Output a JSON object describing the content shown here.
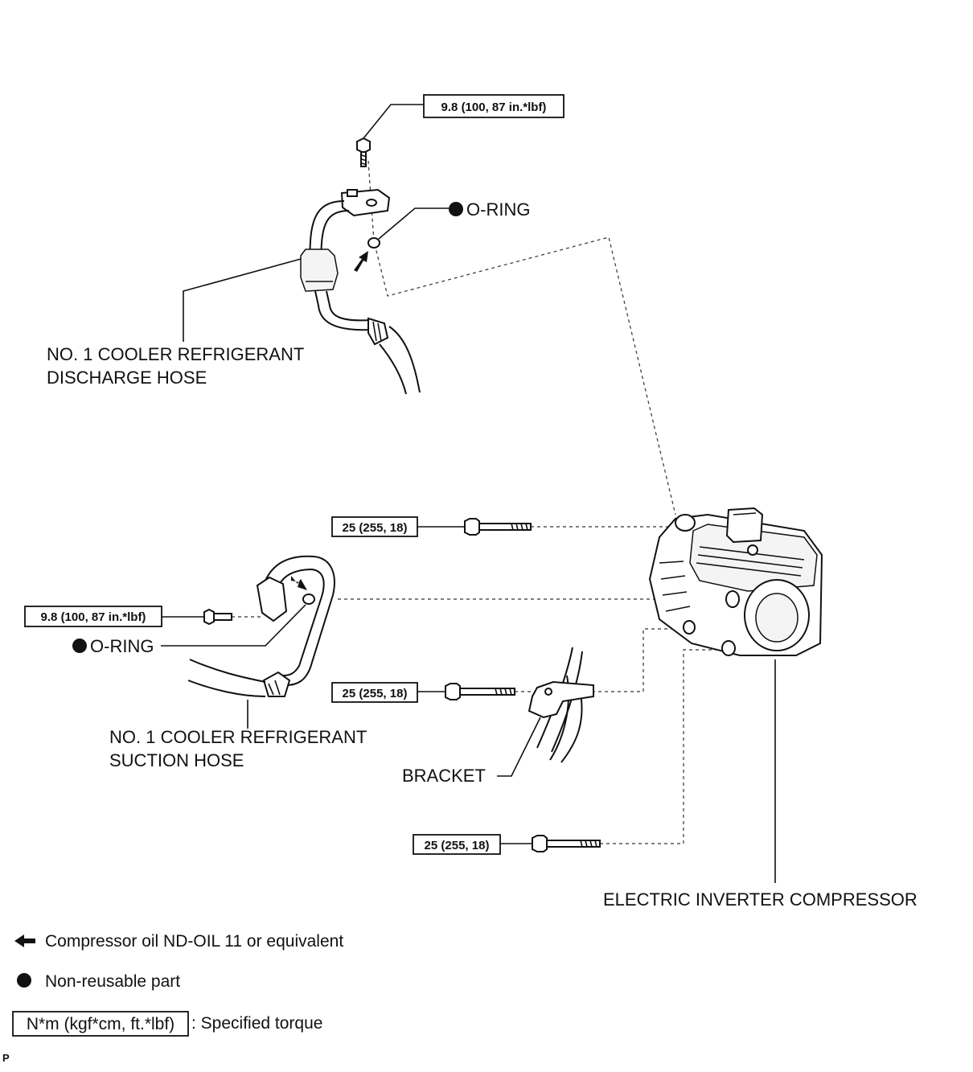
{
  "diagram": {
    "torque_labels": {
      "top_bolt": "9.8 (100, 87 in.*lbf)",
      "upper_compressor_bolt": "25 (255, 18)",
      "suction_bolt": "9.8 (100, 87 in.*lbf)",
      "bracket_bolt": "25 (255, 18)",
      "lower_bolt": "25 (255, 18)"
    },
    "part_labels": {
      "oring_top": "O-RING",
      "oring_left": "O-RING",
      "discharge_hose_line1": "NO. 1 COOLER REFRIGERANT",
      "discharge_hose_line2": "DISCHARGE HOSE",
      "suction_hose_line1": "NO. 1 COOLER REFRIGERANT",
      "suction_hose_line2": "SUCTION HOSE",
      "bracket": "BRACKET",
      "compressor": "ELECTRIC INVERTER COMPRESSOR"
    },
    "legend": {
      "oil": "Compressor oil ND-OIL 11 or equivalent",
      "non_reusable": "Non-reusable part",
      "torque_unit": "N*m (kgf*cm, ft.*lbf)",
      "torque_desc": ": Specified torque"
    },
    "corner_mark": "P"
  }
}
